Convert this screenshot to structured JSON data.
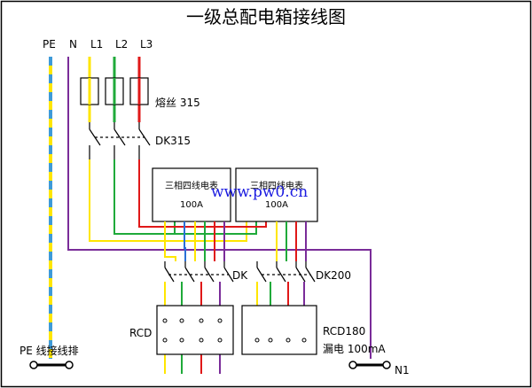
{
  "title": "一级总配电箱接线图",
  "bus_labels": {
    "pe": "PE",
    "n": "N",
    "l1": "L1",
    "l2": "L2",
    "l3": "L3"
  },
  "fuse_label": "熔丝 315",
  "main_switch_label": "DK315",
  "meters": [
    {
      "name": "三相四线电表",
      "rating": "100A"
    },
    {
      "name": "三相四线电表",
      "rating": "100A"
    }
  ],
  "breaker_labels": {
    "left": "DK",
    "right": "DK200"
  },
  "rcd_labels": {
    "left": "RCD",
    "right": "RCD180",
    "right_sub": "漏电 100mA"
  },
  "pe_bar_label": "PE 线接线排",
  "n1_label": "N1",
  "watermark": "www.pw0.cn",
  "colors": {
    "yellow": "#ffe600",
    "green": "#1faa3a",
    "red": "#e01818",
    "blue": "#2a6fd6",
    "neutral": "#7a2c99",
    "pe_blue": "#3e9ad8",
    "watermark": "#1a1ae0",
    "frame": "#000000"
  }
}
